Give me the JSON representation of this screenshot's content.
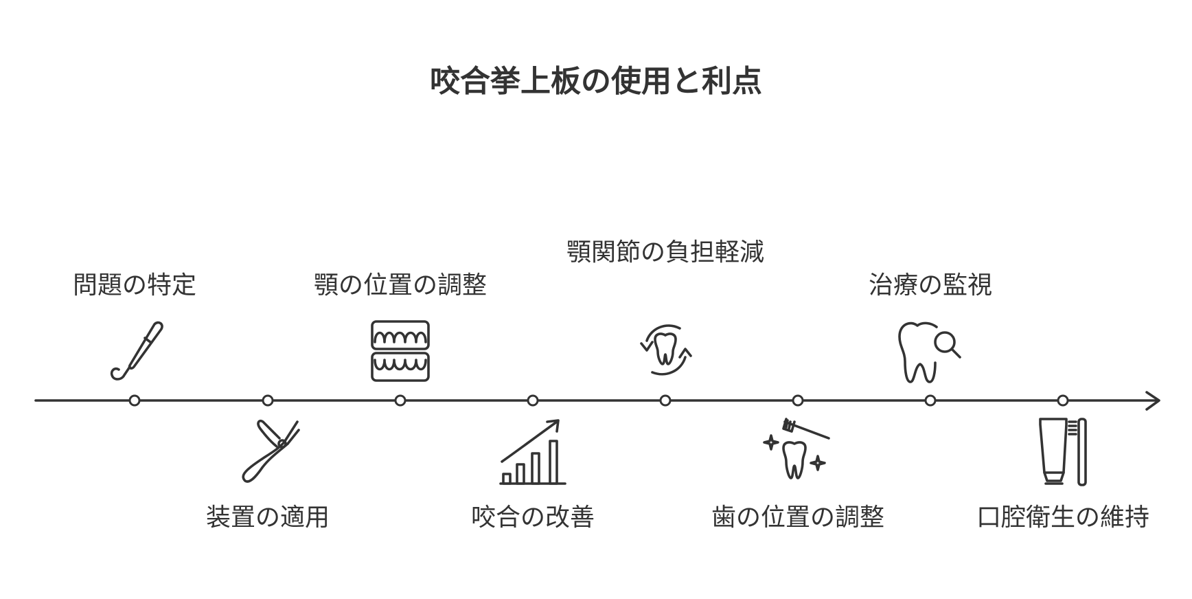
{
  "title": "咬合挙上板の使用と利点",
  "steps": [
    {
      "label": "問題の特定",
      "icon": "dental-probe-icon",
      "position": "top"
    },
    {
      "label": "装置の適用",
      "icon": "dental-pliers-icon",
      "position": "bottom"
    },
    {
      "label": "顎の位置の調整",
      "icon": "teeth-alignment-icon",
      "position": "top"
    },
    {
      "label": "咬合の改善",
      "icon": "growth-chart-icon",
      "position": "bottom"
    },
    {
      "label": "顎関節の負担軽減",
      "icon": "tooth-cycle-icon",
      "position": "top"
    },
    {
      "label": "歯の位置の調整",
      "icon": "tooth-brush-sparkle-icon",
      "position": "bottom"
    },
    {
      "label": "治療の監視",
      "icon": "tooth-magnifier-icon",
      "position": "top"
    },
    {
      "label": "口腔衛生の維持",
      "icon": "toothpaste-toothbrush-icon",
      "position": "bottom"
    }
  ]
}
